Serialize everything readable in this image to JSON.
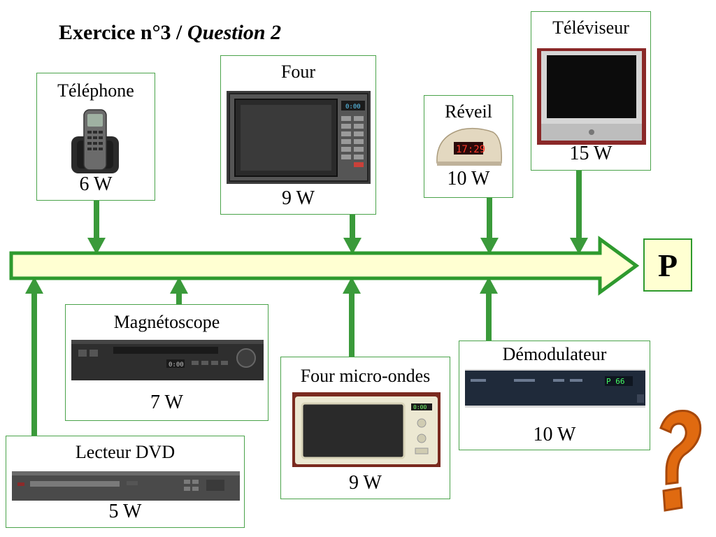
{
  "slide": {
    "title_bold": "Exercice n°3 / ",
    "title_italic": "Question 2",
    "p_label": "P"
  },
  "colors": {
    "arrow_fill": "#ffffd2",
    "arrow_stroke": "#2e9a2e",
    "connector": "#3a9a3a",
    "box_border": "#4aa34a"
  },
  "devices": {
    "telephone": {
      "label": "Téléphone",
      "power": "6 W",
      "direction": "into-flow",
      "icon": "cordless-phone-icon"
    },
    "four": {
      "label": "Four",
      "power": "9 W",
      "direction": "into-flow",
      "icon": "oven-icon"
    },
    "reveil": {
      "label": "Réveil",
      "power": "10 W",
      "direction": "into-flow",
      "icon": "alarm-clock-icon"
    },
    "televiseur": {
      "label": "Téléviseur",
      "power": "15 W",
      "direction": "into-flow",
      "icon": "tv-icon"
    },
    "magnetoscope": {
      "label": "Magnétoscope",
      "power": "7 W",
      "direction": "into-flow",
      "icon": "vcr-icon"
    },
    "four_micro_ondes": {
      "label": "Four micro-ondes",
      "power": "9 W",
      "direction": "into-flow",
      "icon": "microwave-icon"
    },
    "demodulateur": {
      "label": "Démodulateur",
      "power": "10 W",
      "direction": "into-flow",
      "icon": "set-top-box-icon"
    },
    "lecteur_dvd": {
      "label": "Lecteur DVD",
      "power": "5 W",
      "direction": "into-flow",
      "icon": "dvd-player-icon"
    }
  },
  "decorations": {
    "question_mark_icon": "question-mark-icon"
  }
}
